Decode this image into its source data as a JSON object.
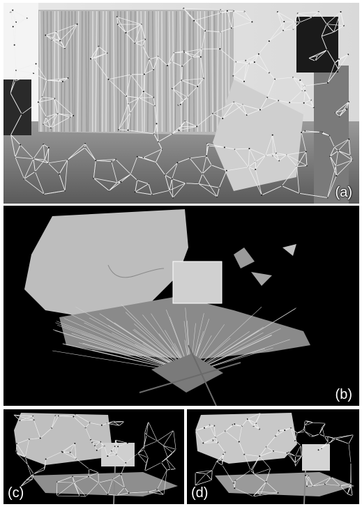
{
  "figure": {
    "panels": [
      {
        "id": "a",
        "label": "(a)",
        "content": "photo-with-triangulated-mesh"
      },
      {
        "id": "b",
        "label": "(b)",
        "content": "3d-mesh-reconstruction-with-camera-rays"
      },
      {
        "id": "c",
        "label": "(c)",
        "content": "3d-mesh-view"
      },
      {
        "id": "d",
        "label": "(d)",
        "content": "3d-mesh-view"
      }
    ],
    "colors": {
      "background": "#000000",
      "mesh_line": "#e6e6e6",
      "label": "#ffffff"
    }
  }
}
